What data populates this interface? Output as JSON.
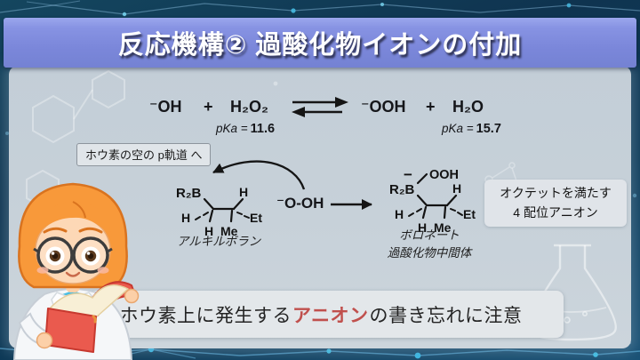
{
  "title": "反応機構② 過酸化物イオンの付加",
  "equation": {
    "hydroxide": "⁻OH",
    "plus_left": "+",
    "peroxide": "H₂O₂",
    "pka_left_label": "pKa =",
    "pka_left_value": "11.6",
    "hydroperoxide": "⁻OOH",
    "plus_right": "+",
    "water": "H₂O",
    "pka_right_label": "pKa =",
    "pka_right_value": "15.7"
  },
  "p_orbital_note": "ホウ素の空の p軌道 へ",
  "alkylborane": {
    "boron_group": "R₂B",
    "h_top": "H",
    "h_left": "H",
    "h_bottom": "H",
    "methyl": "Me",
    "ethyl": "Et",
    "caption": "アルキルボラン"
  },
  "reagent": {
    "formula": "⁻O-OH"
  },
  "boronate": {
    "negative_charge": "−",
    "peroxy_group": "OOH",
    "boron_group": "R₂B",
    "h_top": "H",
    "h_left": "H",
    "h_bottom": "H",
    "methyl": "Me",
    "ethyl": "Et",
    "caption_line1": "ボロネート",
    "caption_line2": "過酸化物中間体"
  },
  "octet_note": {
    "line1": "オクテットを満たす",
    "line2": "4 配位アニオン"
  },
  "bottom_note": {
    "prefix": "ホウ素上に発生する",
    "highlight": "アニオン",
    "suffix": "の書き忘れに注意"
  },
  "colors": {
    "title_bar": "#7b87da",
    "panel": "#c6d0d8",
    "border_navy": "#0d3a58",
    "note_bg": "#e3e7ea",
    "accent_red": "#c0504d",
    "charge_red": "#b03a2e"
  }
}
